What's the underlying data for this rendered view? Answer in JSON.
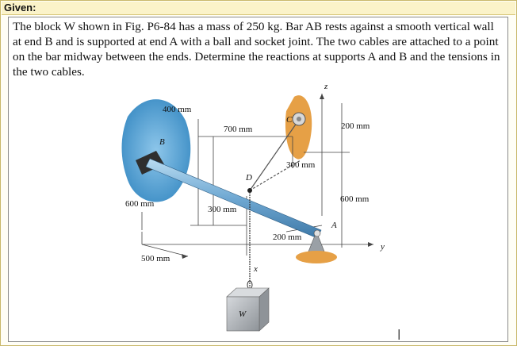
{
  "header": {
    "title": "Given:"
  },
  "problem": {
    "text": "The block W shown in Fig. P6-84 has a mass of 250 kg.  Bar AB rests against a smooth vertical wall at end B and is supported at end A with a ball and socket joint.  The two cables are attached to a point on the bar midway between the ends.  Determine the reactions at supports A and B and the tensions in the two cables."
  },
  "figure": {
    "dims": {
      "d400": "400 mm",
      "d700": "700 mm",
      "d200": "200 mm",
      "d300a": "300 mm",
      "d600r": "600 mm",
      "d600l": "600 mm",
      "d300b": "300 mm",
      "d200b": "200 mm",
      "d500": "500 mm"
    },
    "points": {
      "B": "B",
      "C": "C",
      "D": "D",
      "A": "A",
      "W": "W"
    },
    "axes": {
      "z": "z",
      "y": "y",
      "x": "x"
    },
    "colors": {
      "wall": "#5aa7d8",
      "bar": "#7fb6da",
      "orange": "#e6a046",
      "block": "#b9bcc0"
    }
  },
  "cursor": {
    "glyph": "|"
  }
}
